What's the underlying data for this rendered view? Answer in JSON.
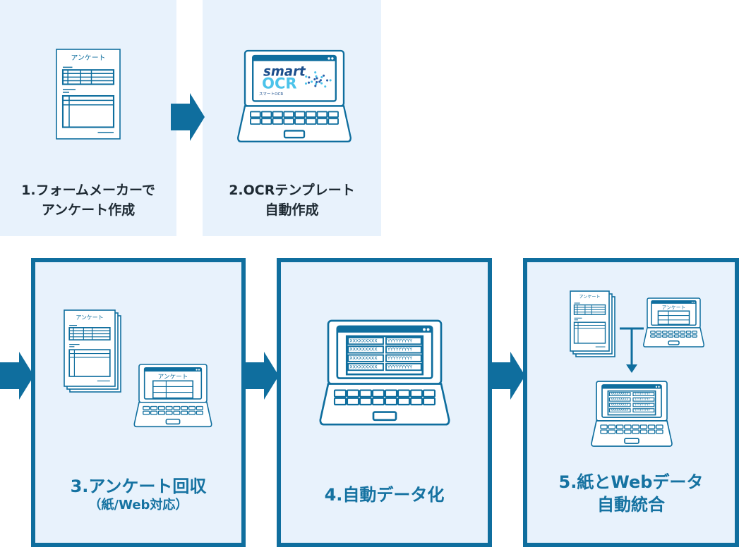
{
  "colors": {
    "primary": "#0f6e9e",
    "panel_bg": "#e8f2fc",
    "top_text": "#1e2a33",
    "bottom_text": "#1572a1"
  },
  "steps": [
    {
      "title_line1": "1.フォームメーカーで",
      "title_line2": "アンケート作成",
      "icon": "survey-document-icon"
    },
    {
      "title_line1": "2.OCRテンプレート",
      "title_line2": "自動作成",
      "icon": "laptop-smart-ocr-icon"
    },
    {
      "title_line1": "3.アンケート回収",
      "title_line2": "（紙/Web対応）",
      "icon": "paper-and-web-survey-icon"
    },
    {
      "title_line1": "4.自動データ化",
      "icon": "laptop-data-table-icon"
    },
    {
      "title_line1": "5.紙とWebデータ",
      "title_line2": "自動統合",
      "icon": "merge-data-icon"
    }
  ],
  "icon_text": {
    "survey": "アンケート",
    "logo_smart": "smart",
    "logo_ocr": "OCR",
    "logo_kana": "スマートOCR",
    "cell_x": "XXXXXXXXX",
    "cell_y": "YYYYYYYYY"
  }
}
